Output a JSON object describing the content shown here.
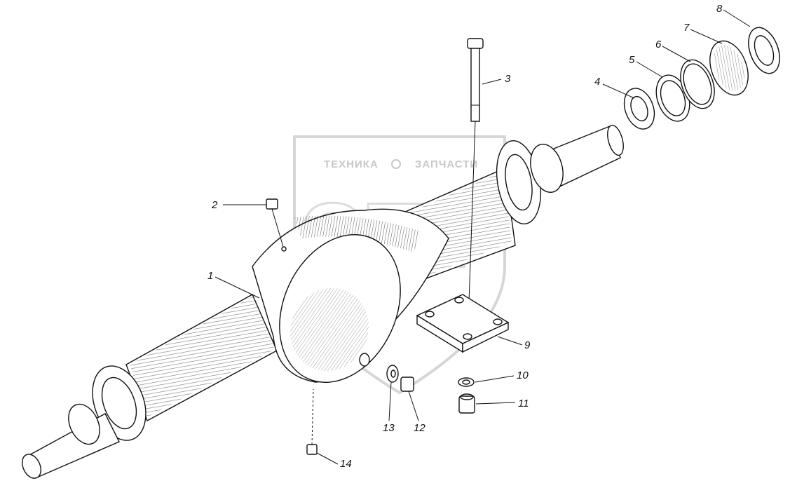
{
  "watermark": {
    "text_left": "ТЕХНИКА",
    "text_right": "ЗАПЧАСТИ",
    "logo_letters": "ЭТФ",
    "color": "#c8c8c8"
  },
  "callouts": [
    {
      "id": "1",
      "label": "1"
    },
    {
      "id": "2",
      "label": "2"
    },
    {
      "id": "3",
      "label": "3"
    },
    {
      "id": "4",
      "label": "4"
    },
    {
      "id": "5",
      "label": "5"
    },
    {
      "id": "6",
      "label": "6"
    },
    {
      "id": "7",
      "label": "7"
    },
    {
      "id": "8",
      "label": "8"
    },
    {
      "id": "9",
      "label": "9"
    },
    {
      "id": "10",
      "label": "10"
    },
    {
      "id": "11",
      "label": "11"
    },
    {
      "id": "12",
      "label": "12"
    },
    {
      "id": "13",
      "label": "13"
    },
    {
      "id": "14",
      "label": "14"
    }
  ],
  "colors": {
    "ink": "#111111",
    "background": "#ffffff",
    "watermark": "#c8c8c8"
  }
}
